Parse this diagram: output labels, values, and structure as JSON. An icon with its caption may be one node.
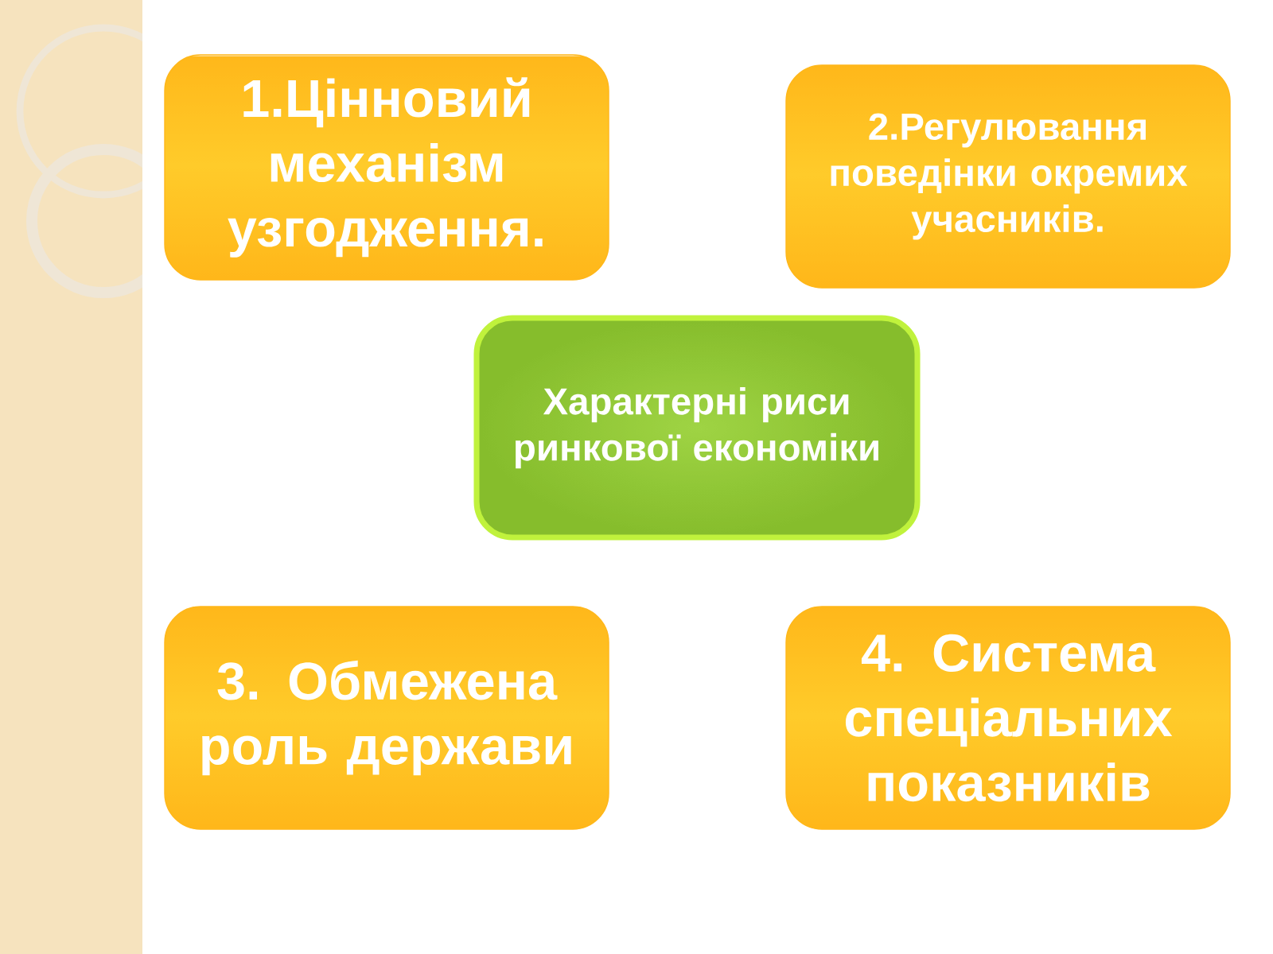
{
  "diagram": {
    "nodes": [
      {
        "text": [
          "1.Цінновий механізм узгодження."
        ]
      },
      {
        "text": [
          "2.Регулювання поведінки окремих учасників."
        ]
      },
      {
        "text": [
          "Характерні риси ринкової економіки"
        ]
      },
      {
        "text": [
          "3. Обмежена роль держави"
        ]
      },
      {
        "text": [
          "4. Система спеціальних показників"
        ]
      }
    ]
  }
}
